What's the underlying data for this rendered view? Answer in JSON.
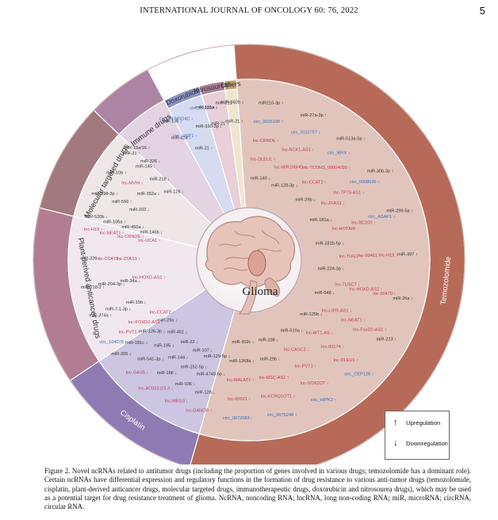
{
  "header": {
    "journal": "INTERNATIONAL JOURNAL OF ONCOLOGY  60:  76,  2022",
    "page": "5"
  },
  "center": {
    "label": "Glioma"
  },
  "colors": {
    "temozolomide": "#e1c5bd",
    "temozolomide_rim": "#b76a58",
    "cisplatin": "#ccc6e2",
    "cisplatin_rim": "#8e7bb4",
    "plant": "#f1e7ee",
    "plant_rim": "#b27d92",
    "molecular": "#efe7e7",
    "molecular_rim": "#a1797f",
    "immune": "#e3d3e3",
    "immune_rim": "#ad84a3",
    "doxorubicin": "#d6dcef",
    "doxorubicin_rim": "#8993c4",
    "nitrosoureas": "#e8cfd8",
    "nitrosoureas_rim": "#a97e93",
    "others": "#f0e5cf",
    "others_rim": "#c2a16a",
    "gene_lnc": "#c23b5b",
    "gene_mir": "#333333",
    "gene_circ": "#3a6fb4",
    "circ_ring": "#cdb44a"
  },
  "sectors": [
    {
      "name": "Temozolomide",
      "genes": [
        {
          "t": "miR210-3p",
          "d": "up"
        },
        {
          "t": "miR-27a-3p",
          "d": "up"
        },
        {
          "t": "miR-513a-5p",
          "d": "up"
        },
        {
          "t": "miR-30b-3p",
          "d": "up"
        },
        {
          "t": "miR-299-5p",
          "d": "up"
        },
        {
          "t": "miR-497",
          "d": "up"
        },
        {
          "t": "miR-26a",
          "d": "up"
        },
        {
          "t": "miR-223",
          "d": "up"
        },
        {
          "t": "circ_CEP128",
          "d": "up"
        },
        {
          "t": "circ_HIPK3",
          "d": "up"
        },
        {
          "t": "circ_0076248",
          "d": "up"
        },
        {
          "t": "circ_0072083",
          "d": "up"
        },
        {
          "t": "circ_0005198",
          "d": "up"
        },
        {
          "t": "circ_0110757",
          "d": "up"
        },
        {
          "t": "circ_NFIX",
          "d": "up"
        },
        {
          "t": "circ_0008936",
          "d": "up"
        },
        {
          "t": "circ_ASAP1",
          "d": "up"
        },
        {
          "t": "lnc-H19",
          "d": "up"
        },
        {
          "t": "lnc-00470",
          "d": "up"
        },
        {
          "t": "lnc-FoxD2-AS1",
          "d": "up"
        },
        {
          "t": "lnc-DLEU1",
          "d": "up"
        },
        {
          "t": "lnc-SOX2OT",
          "d": "up"
        },
        {
          "t": "lnc-KCNQ1OT1",
          "d": "up"
        },
        {
          "t": "lnc-00021",
          "d": "up"
        },
        {
          "t": "lnc-CRNDE",
          "d": "up"
        },
        {
          "t": "lnc-NCK1-AS1",
          "d": "up"
        },
        {
          "t": "lnc-TCONS_00004099",
          "d": "up"
        },
        {
          "t": "lnc-TP73-AS1",
          "d": "up"
        },
        {
          "t": "lnc-BC200",
          "d": "up"
        },
        {
          "t": "lnc-00461",
          "d": "up"
        },
        {
          "t": "lnc-HOXD-AS2",
          "d": "up"
        },
        {
          "t": "lnc-NEAT1",
          "d": "up"
        },
        {
          "t": "lnc-00174",
          "d": "up"
        },
        {
          "t": "lnc-PVT1",
          "d": "up"
        },
        {
          "t": "lnc-MSC-AS1",
          "d": "up"
        },
        {
          "t": "lnc-MALAT1",
          "d": "up"
        },
        {
          "t": "lnc-DLEU1",
          "d": "up"
        },
        {
          "t": "lnc-MIR155HG",
          "d": "up"
        },
        {
          "t": "lnc-CCAT2",
          "d": "up"
        },
        {
          "t": "lnc-ZFAS1",
          "d": "up"
        },
        {
          "t": "lnc-HOTAIR",
          "d": "up"
        },
        {
          "t": "lnc-TUG1",
          "d": "up"
        },
        {
          "t": "lnc-TUSC7",
          "d": "down"
        },
        {
          "t": "lnc-LIFR-AS1",
          "d": "down"
        },
        {
          "t": "lnc-WT1-AS",
          "d": "down"
        },
        {
          "t": "lnc-CASC2",
          "d": "down"
        },
        {
          "t": "miR-29b",
          "d": "down"
        },
        {
          "t": "miR-1268a",
          "d": "down"
        },
        {
          "t": "miR-140",
          "d": "down"
        },
        {
          "t": "miR-128-3p",
          "d": "down"
        },
        {
          "t": "miR-29b",
          "d": "down"
        },
        {
          "t": "miR-181a",
          "d": "down"
        },
        {
          "t": "miR-181b-5p",
          "d": "down"
        },
        {
          "t": "miR-224-3p",
          "d": "down"
        },
        {
          "t": "miR-648",
          "d": "down"
        },
        {
          "t": "miR-125b",
          "d": "down"
        },
        {
          "t": "miR-519a",
          "d": "down"
        },
        {
          "t": "miR-198",
          "d": "down"
        },
        {
          "t": "miR-302c",
          "d": "down"
        }
      ]
    },
    {
      "name": "Cisplatin",
      "genes": [
        {
          "t": "lnc-DANCR",
          "d": "up"
        },
        {
          "t": "lnc-MEG3",
          "d": "down"
        },
        {
          "t": "lnc-AC023115.3",
          "d": "down"
        },
        {
          "t": "lnc-GAS5",
          "d": "down"
        },
        {
          "t": "miR-205",
          "d": "down"
        },
        {
          "t": "miR-128",
          "d": "down"
        },
        {
          "t": "miR-936",
          "d": "down"
        },
        {
          "t": "miR-186",
          "d": "down"
        },
        {
          "t": "miR-541-3p",
          "d": "down"
        },
        {
          "t": "miR-181c",
          "d": "down"
        },
        {
          "t": "miR-4749-5p",
          "d": "down"
        },
        {
          "t": "miR-152-5p",
          "d": "down"
        },
        {
          "t": "miR-144",
          "d": "down"
        },
        {
          "t": "miR-195",
          "d": "down"
        },
        {
          "t": "miR-126-3p",
          "d": "down"
        },
        {
          "t": "miR-129-5p",
          "d": "down"
        },
        {
          "t": "miR-107",
          "d": "down"
        },
        {
          "t": "miR-22",
          "d": "down"
        },
        {
          "t": "miR-451",
          "d": "down"
        },
        {
          "t": "miR-29a",
          "d": "down"
        }
      ]
    },
    {
      "name": "Plant-derived anticancer drugs",
      "genes": [
        {
          "t": "circ_104075",
          "d": "up"
        },
        {
          "t": "miR-374a",
          "d": "up"
        },
        {
          "t": "miR-218-2",
          "d": "up"
        },
        {
          "t": "miR-326",
          "d": "up"
        },
        {
          "t": "lnc-H19",
          "d": "up"
        },
        {
          "t": "lnc-PVT1",
          "d": "up"
        },
        {
          "t": "miR-7-1-3p",
          "d": "down"
        },
        {
          "t": "miR-204-3p",
          "d": "down"
        },
        {
          "t": "lnc-CCAT2",
          "d": "up"
        },
        {
          "t": "lnc-NEAT1",
          "d": "up"
        },
        {
          "t": "lnc-FOXD2-AS1",
          "d": "up"
        },
        {
          "t": "miR-15b",
          "d": "down"
        },
        {
          "t": "miR-34a",
          "d": "down"
        },
        {
          "t": "lnc-ZFAS1",
          "d": "up"
        },
        {
          "t": "lnc-CRNDE",
          "d": "up"
        },
        {
          "t": "lnc-CCAT2",
          "d": "up"
        },
        {
          "t": "lnc-HOXD-AS1",
          "d": "up"
        },
        {
          "t": "lnc-UCA1",
          "d": "up"
        }
      ]
    },
    {
      "name": "Molecular targeted drugs",
      "genes": [
        {
          "t": "miR-520b",
          "d": "down"
        },
        {
          "t": "miR-298-3p",
          "d": "down"
        },
        {
          "t": "miR-10b",
          "d": "up"
        },
        {
          "t": "miR-21",
          "d": "up"
        },
        {
          "t": "miR-106a",
          "d": "up"
        },
        {
          "t": "miR-566",
          "d": "up"
        },
        {
          "t": "lnc-MVIH",
          "d": "up"
        },
        {
          "t": "miR-145",
          "d": "down"
        },
        {
          "t": "miR-450a",
          "d": "down"
        },
        {
          "t": "miR-203",
          "d": "down"
        },
        {
          "t": "miR-352a",
          "d": "down"
        },
        {
          "t": "miR-218",
          "d": "down"
        },
        {
          "t": "miR-146b",
          "d": "down"
        },
        {
          "t": "miR-126",
          "d": "down"
        }
      ]
    },
    {
      "name": "Immune drugs",
      "genes": [
        {
          "t": "miR-15a/16",
          "d": "up"
        },
        {
          "t": "miR-138",
          "d": "down"
        },
        {
          "t": "miR-326",
          "d": "down"
        },
        {
          "t": "miR-124",
          "d": "down"
        }
      ]
    },
    {
      "name": "Doxorubicin",
      "genes": [
        {
          "t": "circ_DENND4C",
          "d": "up"
        },
        {
          "t": "circ_001160",
          "d": "up"
        },
        {
          "t": "circ_USP1",
          "d": "up"
        },
        {
          "t": "miR-330-3p",
          "d": "down"
        },
        {
          "t": "miR-21",
          "d": "up"
        }
      ]
    },
    {
      "name": "Nitrosoureas",
      "genes": [
        {
          "t": "miR-181a",
          "d": "down"
        },
        {
          "t": "miR-221",
          "d": "up"
        },
        {
          "t": "miR-21",
          "d": "up"
        }
      ]
    },
    {
      "name": "Others",
      "genes": [
        {
          "t": "miR-302b",
          "d": "down"
        },
        {
          "t": "miR-21",
          "d": "up"
        }
      ]
    }
  ],
  "legend": {
    "up": "Upregulation",
    "down": "Downregulation"
  },
  "caption": "Figure 2. Novel ncRNAs related to antitumor drugs (including the proportion of genes involved in various drugs; temozolomide has a dominant role). Certain ncRNAs have differential expression and regulatory functions in the formation of drug resistance to various anti-tumor drugs (temozolomide, cisplatin, plant-derived anticancer drugs, molecular targeted drugs, immunotherapeutic drugs, doxorubicin and nitrosourea drugs), which may be used as a potential target for drug resistance treatment of glioma. NcRNA, noncoding RNA; lncRNA, long non-coding RNA; miR, microRNA; circRNA, circular RNA."
}
